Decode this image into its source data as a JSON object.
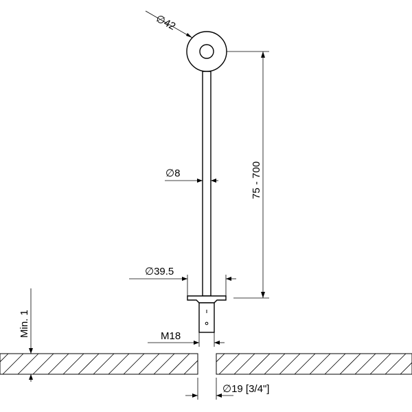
{
  "dimensions": {
    "rosette_diameter": "∅42",
    "rod_diameter": "∅8",
    "length_range": "75 - 700",
    "flange_diameter": "∅39.5",
    "thread": "M18",
    "hole_diameter": "∅19 [3/4\"]",
    "min_thickness": "Min. 1"
  }
}
